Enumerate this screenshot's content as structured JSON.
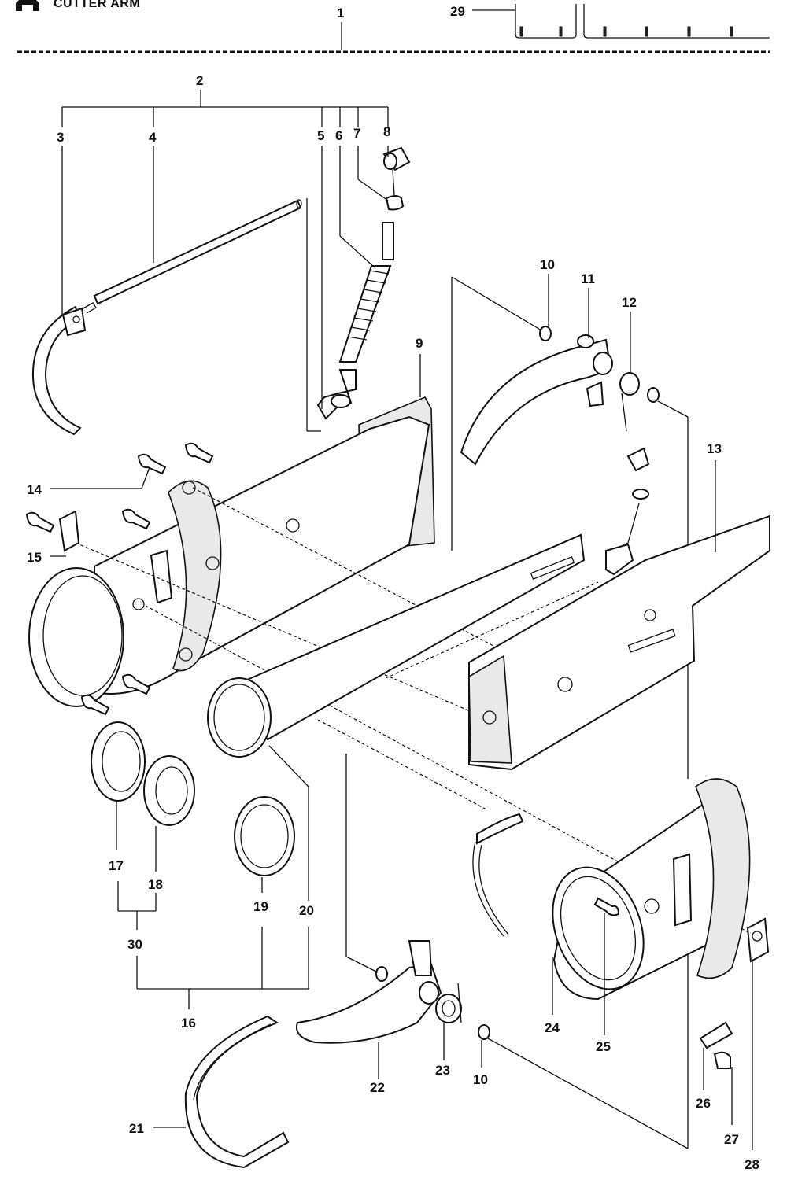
{
  "header": {
    "title": "CUTTER ARM"
  },
  "callouts": [
    "1",
    "2",
    "3",
    "4",
    "5",
    "6",
    "7",
    "8",
    "9",
    "10",
    "11",
    "12",
    "13",
    "14",
    "15",
    "17",
    "18",
    "19",
    "20",
    "30",
    "16",
    "21",
    "22",
    "23",
    "10",
    "24",
    "25",
    "26",
    "27",
    "28",
    "29"
  ]
}
